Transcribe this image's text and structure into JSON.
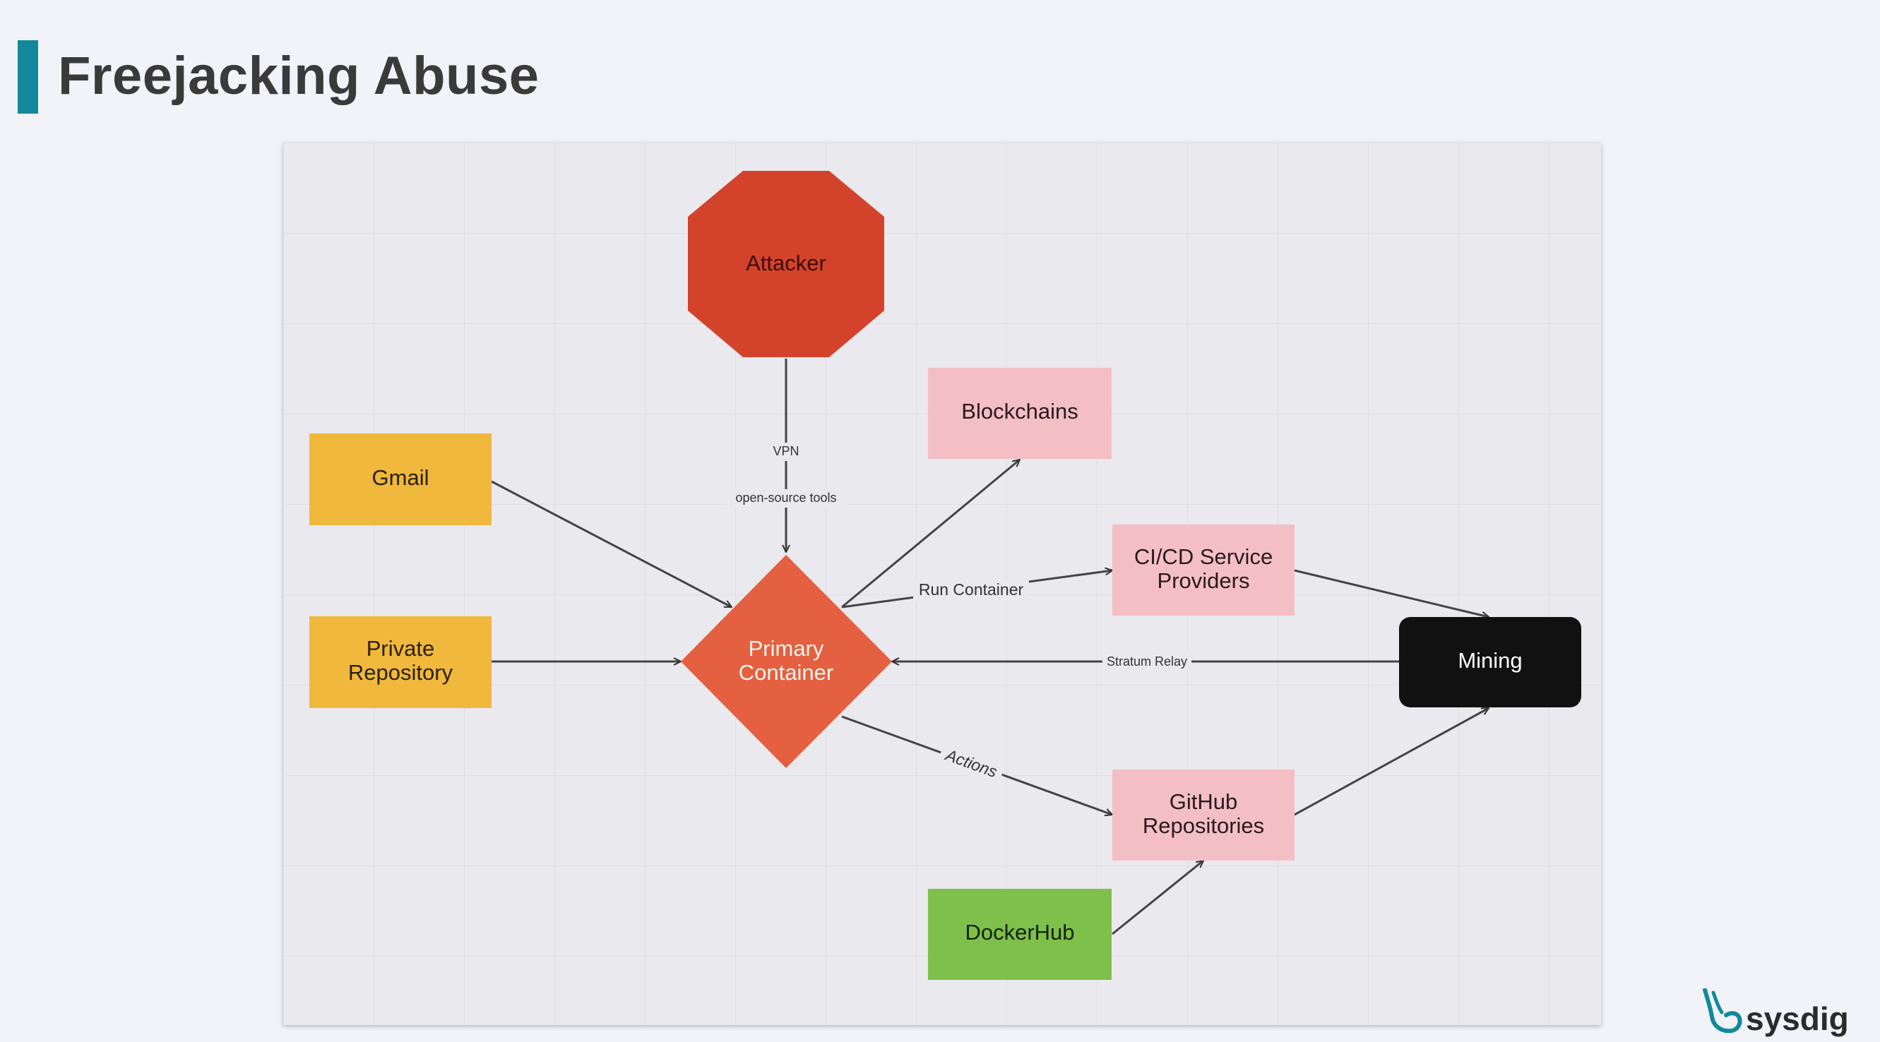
{
  "title": "Freejacking Abuse",
  "brand": {
    "name": "sysdig",
    "icon": "sysdig-logo-icon",
    "color": "#12899a"
  },
  "nodes": {
    "attacker": {
      "label": "Attacker",
      "shape": "octagon",
      "color": "#d3432b"
    },
    "gmail": {
      "label": "Gmail",
      "shape": "rectangle",
      "color": "#f0b83c"
    },
    "private_repository": {
      "label_lines": [
        "Private",
        "Repository"
      ],
      "shape": "rectangle",
      "color": "#f0b83c"
    },
    "primary_container": {
      "label_lines": [
        "Primary",
        "Container"
      ],
      "shape": "diamond",
      "color": "#e46040"
    },
    "blockchains": {
      "label": "Blockchains",
      "shape": "rectangle",
      "color": "#f3bfc4"
    },
    "cicd": {
      "label_lines": [
        "CI/CD Service",
        "Providers"
      ],
      "shape": "rectangle",
      "color": "#f3bfc4"
    },
    "mining": {
      "label": "Mining",
      "shape": "rounded-rectangle",
      "color": "#111111"
    },
    "github": {
      "label_lines": [
        "GitHub",
        "Repositories"
      ],
      "shape": "rectangle",
      "color": "#f3bfc4"
    },
    "dockerhub": {
      "label": "DockerHub",
      "shape": "rectangle",
      "color": "#7ec04b"
    }
  },
  "edges": [
    {
      "from": "attacker",
      "to": "primary_container",
      "labels": [
        "VPN",
        "open-source tools"
      ]
    },
    {
      "from": "gmail",
      "to": "primary_container"
    },
    {
      "from": "private_repository",
      "to": "primary_container"
    },
    {
      "from": "primary_container",
      "to": "blockchains"
    },
    {
      "from": "primary_container",
      "to": "cicd",
      "label": "Run Container"
    },
    {
      "from": "cicd",
      "to": "mining"
    },
    {
      "from": "mining",
      "to": "primary_container",
      "label": "Stratum Relay"
    },
    {
      "from": "primary_container",
      "to": "github",
      "label": "Actions"
    },
    {
      "from": "github",
      "to": "mining"
    },
    {
      "from": "dockerhub",
      "to": "github"
    }
  ]
}
